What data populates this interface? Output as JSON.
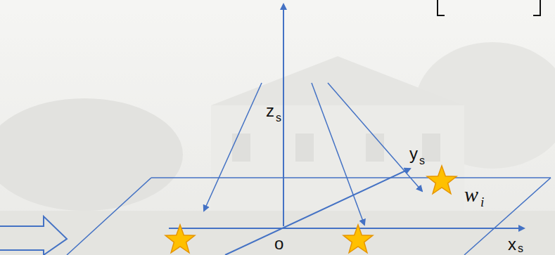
{
  "diagram": {
    "labels": [
      "z",
      "s",
      "y",
      "s",
      "o",
      "w",
      "i",
      "x",
      "s"
    ]
  }
}
